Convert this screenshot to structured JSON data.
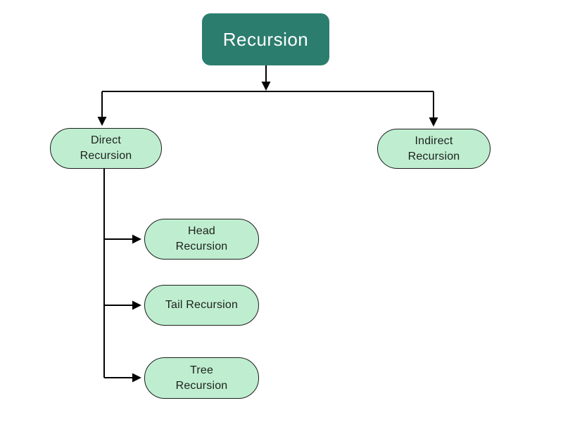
{
  "diagram": {
    "type": "tree",
    "root": {
      "label": "Recursion"
    },
    "level1": [
      {
        "id": "direct",
        "label": "Direct Recursion"
      },
      {
        "id": "indirect",
        "label": "Indirect Recursion"
      }
    ],
    "direct_children": [
      {
        "id": "head",
        "label": "Head Recursion"
      },
      {
        "id": "tail",
        "label": "Tail Recursion"
      },
      {
        "id": "tree",
        "label": "Tree Recursion"
      }
    ],
    "colors": {
      "root_fill": "#2b7d6e",
      "root_text": "#ffffff",
      "node_fill": "#beeecf",
      "node_border": "#1c1c1c",
      "node_text": "#1f1f1f",
      "connector": "#000000",
      "background": "#ffffff"
    }
  }
}
